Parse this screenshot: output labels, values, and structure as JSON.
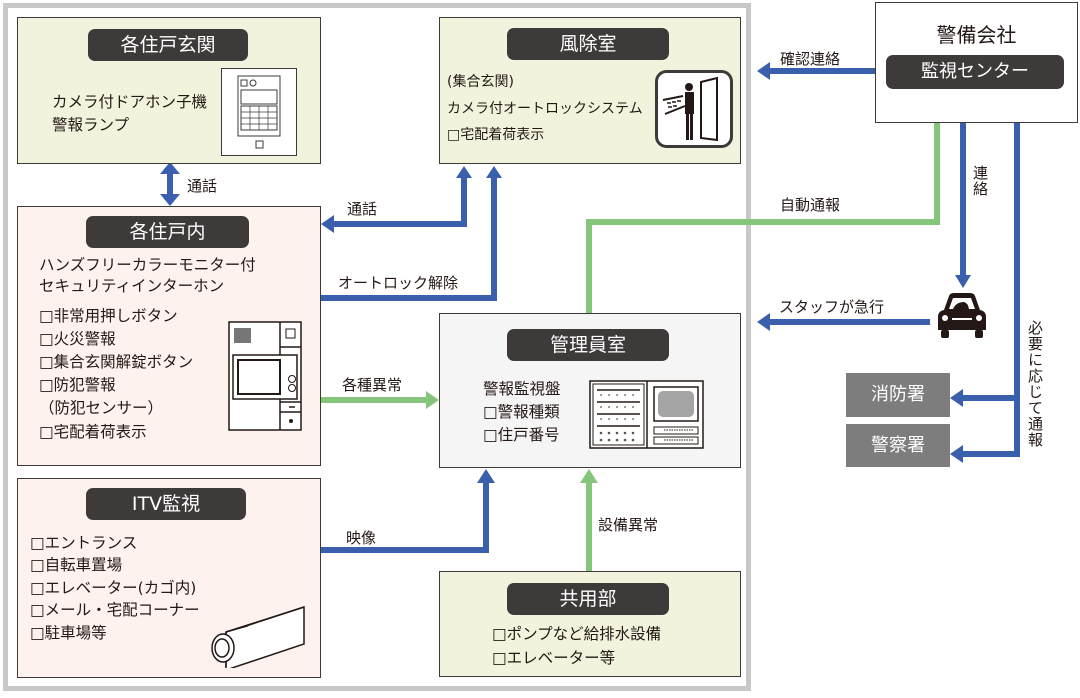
{
  "entrance": {
    "title": "各住戸玄関",
    "lines": [
      "カメラ付ドアホン子機",
      "警報ランプ"
    ]
  },
  "windbreak": {
    "title": "風除室",
    "lines": [
      "(集合玄関)",
      "カメラ付オートロックシステム",
      "□宅配着荷表示"
    ]
  },
  "dwelling": {
    "title": "各住戸内",
    "lines": [
      "ハンズフリーカラーモニター付",
      "セキュリティインターホン"
    ],
    "items": [
      "□非常用押しボタン",
      "□火災警報",
      "□集合玄関解錠ボタン",
      "□防犯警報",
      "（防犯センサー）",
      "□宅配着荷表示"
    ]
  },
  "manager": {
    "title": "管理員室",
    "lines": [
      "警報監視盤",
      "□警報種類",
      "□住戸番号"
    ]
  },
  "itv": {
    "title": "ITV監視",
    "items": [
      "□エントランス",
      "□自転車置場",
      "□エレベーター(カゴ内)",
      "□メール・宅配コーナー",
      "□駐車場等"
    ]
  },
  "common": {
    "title": "共用部",
    "items": [
      "□ポンプなど給排水設備",
      "□エレベーター等"
    ]
  },
  "security_company": {
    "title": "警備会社",
    "center": "監視センター"
  },
  "outside": {
    "fire": "消防署",
    "police": "警察署"
  },
  "arrows": {
    "call_vertical": "通話",
    "call_horizontal": "通話",
    "autolock_release": "オートロック解除",
    "various_alarms": "各種異常",
    "video": "映像",
    "equipment_alarm": "設備異常",
    "auto_report": "自動通報",
    "confirm_contact": "確認連絡",
    "contact": "連絡",
    "staff_rush": "スタッフが急行",
    "report_as_needed": "必要に応じて通報"
  },
  "colors": {
    "blue_arrow": "#3a5fad",
    "green_arrow": "#86c67c",
    "pill": "#3e3a39",
    "gray_box": "#7d7d7d"
  }
}
